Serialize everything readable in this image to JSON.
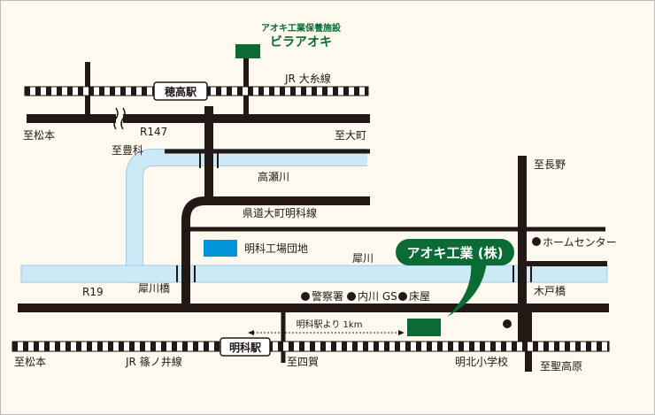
{
  "colors": {
    "background": "#fdf9ef",
    "road": "#231815",
    "river": "#cde9f6",
    "river_edge": "#9fcbe6",
    "green": "#0a6b35",
    "blue_block": "#0095d9"
  },
  "facilities": {
    "villa_subtitle": "アオキ工業保養施設",
    "villa_name": "ビラアオキ",
    "company_label": "アオキ工業 (株)",
    "industrial_park": "明科工場団地"
  },
  "stations": {
    "hotaka": "穂高駅",
    "akashina": "明科駅"
  },
  "railways": {
    "oito_line": "JR 大糸線",
    "shinonoi_line": "JR 篠ノ井線"
  },
  "roads": {
    "r147": "R147",
    "r19": "R19",
    "prefectural": "県道大町明科線"
  },
  "rivers": {
    "takase": "高瀬川",
    "sai": "犀川"
  },
  "bridges": {
    "saigawa": "犀川橋",
    "kido": "木戸橋"
  },
  "directions": {
    "matsumoto_top": "至松本",
    "omachi": "至大町",
    "toyoshina": "至豊科",
    "nagano": "至長野",
    "matsumoto_bottom": "至松本",
    "shiga": "至四賀",
    "hijirikogen": "至聖高原"
  },
  "landmarks": {
    "home_center": "ホームセンター",
    "police": "警察署",
    "uchikawa_gs": "内川 GS",
    "barber": "床屋",
    "school": "明北小学校"
  },
  "distance_note": "明科駅より 1km"
}
